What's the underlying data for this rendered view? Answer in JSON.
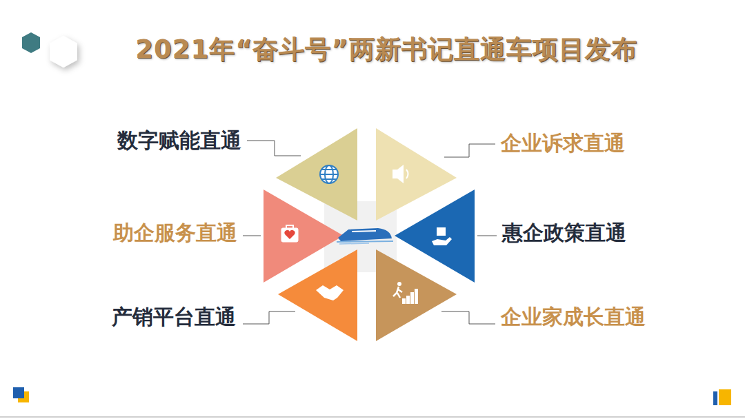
{
  "diagram": {
    "title": "2021年“奋斗号”两新书记直通车项目发布",
    "labels": [
      "数字赋能直通",
      "企业诉求直通",
      "助企服务直通",
      "惠企政策直通",
      "产销平台直通",
      "企业家成长直通"
    ]
  }
}
